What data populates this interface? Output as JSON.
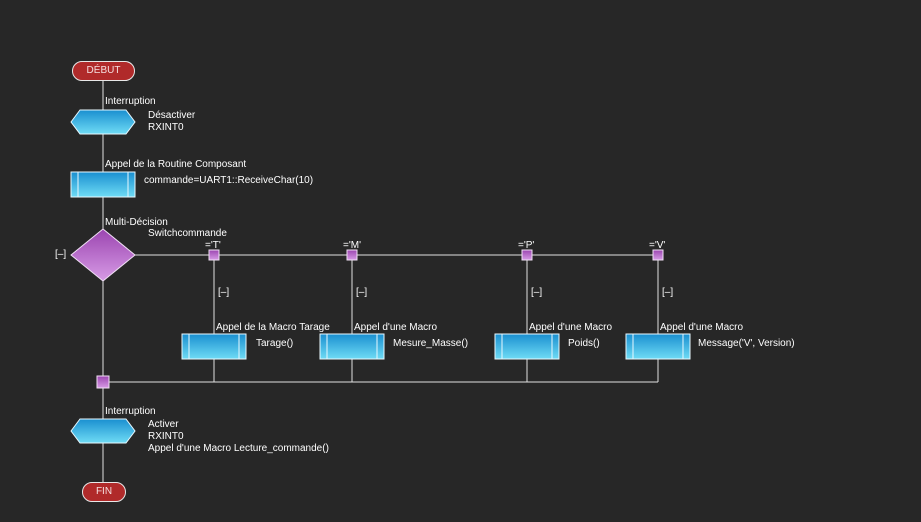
{
  "flowchart": {
    "start": {
      "label": "DÉBUT"
    },
    "end": {
      "label": "FIN"
    },
    "interrupt1": {
      "title": "Interruption",
      "line1": "Désactiver",
      "line2": "RXINT0"
    },
    "component_call": {
      "title": "Appel de la Routine Composant",
      "text": "commande=UART1::ReceiveChar(10)"
    },
    "switch": {
      "title": "Multi-Décision",
      "variable": "Switchcommande",
      "default_label": "[–]"
    },
    "cases": [
      {
        "value": "='T'",
        "collapse": "[–]",
        "title": "Appel de la Macro Tarage",
        "call": "Tarage()"
      },
      {
        "value": "='M'",
        "collapse": "[–]",
        "title": "Appel d'une Macro",
        "call": "Mesure_Masse()"
      },
      {
        "value": "='P'",
        "collapse": "[–]",
        "title": "Appel d'une Macro",
        "call": "Poids()"
      },
      {
        "value": "='V'",
        "collapse": "[–]",
        "title": "Appel d'une Macro",
        "call": "Message('V', Version)"
      }
    ],
    "interrupt2": {
      "title": "Interruption",
      "line1": "Activer",
      "line2": "RXINT0",
      "line3": "Appel d'une Macro Lecture_commande()"
    }
  },
  "colors": {
    "background": "#272727",
    "terminal": "#b02a2a",
    "process": "#2eaee0",
    "decision": "#b55ec8",
    "connector": "#ffffff"
  }
}
